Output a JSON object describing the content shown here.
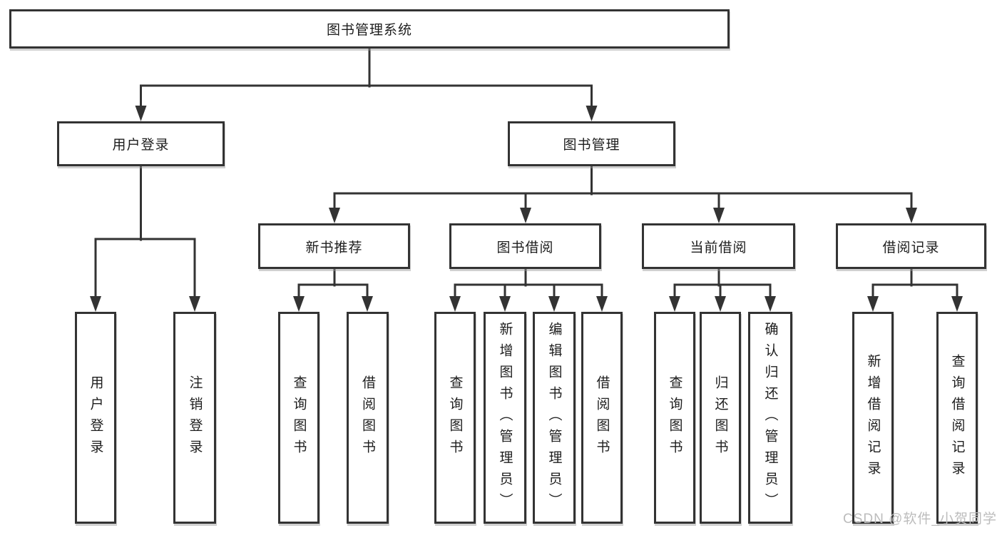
{
  "colors": {
    "line": "#333333",
    "box_border": "#333333",
    "box_fill": "#ffffff",
    "text": "#1d1d1d",
    "watermark": "#bcbcbc"
  },
  "watermark": "CSDN @软件_小贺同学",
  "diagram": {
    "root": {
      "label": "图书管理系统",
      "children": [
        {
          "label": "用户登录",
          "children": [
            {
              "label": "用户登录"
            },
            {
              "label": "注销登录"
            }
          ]
        },
        {
          "label": "图书管理",
          "children": [
            {
              "label": "新书推荐",
              "children": [
                {
                  "label": "查询图书"
                },
                {
                  "label": "借阅图书"
                }
              ]
            },
            {
              "label": "图书借阅",
              "children": [
                {
                  "label": "查询图书"
                },
                {
                  "label": "新增图书（管理员）"
                },
                {
                  "label": "编辑图书（管理员）"
                },
                {
                  "label": "借阅图书"
                }
              ]
            },
            {
              "label": "当前借阅",
              "children": [
                {
                  "label": "查询图书"
                },
                {
                  "label": "归还图书"
                },
                {
                  "label": "确认归还（管理员）"
                }
              ]
            },
            {
              "label": "借阅记录",
              "children": [
                {
                  "label": "新增借阅记录"
                },
                {
                  "label": "查询借阅记录"
                }
              ]
            }
          ]
        }
      ]
    }
  }
}
